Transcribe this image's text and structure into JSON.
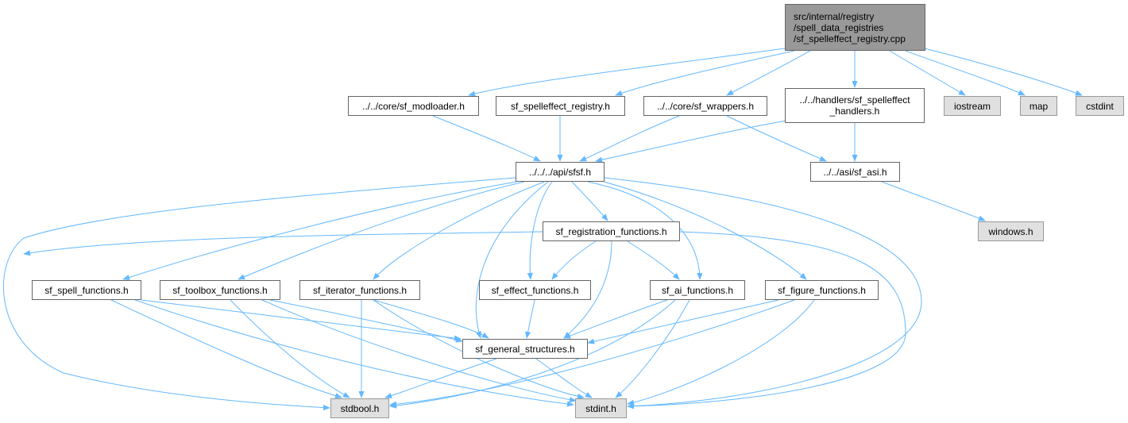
{
  "graph": {
    "edge_color": "#63b8ff",
    "root": {
      "lines": [
        "src/internal/registry",
        "/spell_data_registries",
        "/sf_spelleffect_registry.cpp"
      ]
    },
    "nodes": {
      "modloader": "../../core/sf_modloader.h",
      "spelleffect_registry": "sf_spelleffect_registry.h",
      "wrappers": "../../core/sf_wrappers.h",
      "handlers_1": "../../handlers/sf_spelleffect",
      "handlers_2": "_handlers.h",
      "iostream": "iostream",
      "map": "map",
      "cstdint": "cstdint",
      "sfsf": "../../../api/sfsf.h",
      "sf_asi": "../../asi/sf_asi.h",
      "windows": "windows.h",
      "registration": "sf_registration_functions.h",
      "spell": "sf_spell_functions.h",
      "toolbox": "sf_toolbox_functions.h",
      "iterator": "sf_iterator_functions.h",
      "effect": "sf_effect_functions.h",
      "ai": "sf_ai_functions.h",
      "figure": "sf_figure_functions.h",
      "general": "sf_general_structures.h",
      "stdbool": "stdbool.h",
      "stdint": "stdint.h"
    }
  }
}
